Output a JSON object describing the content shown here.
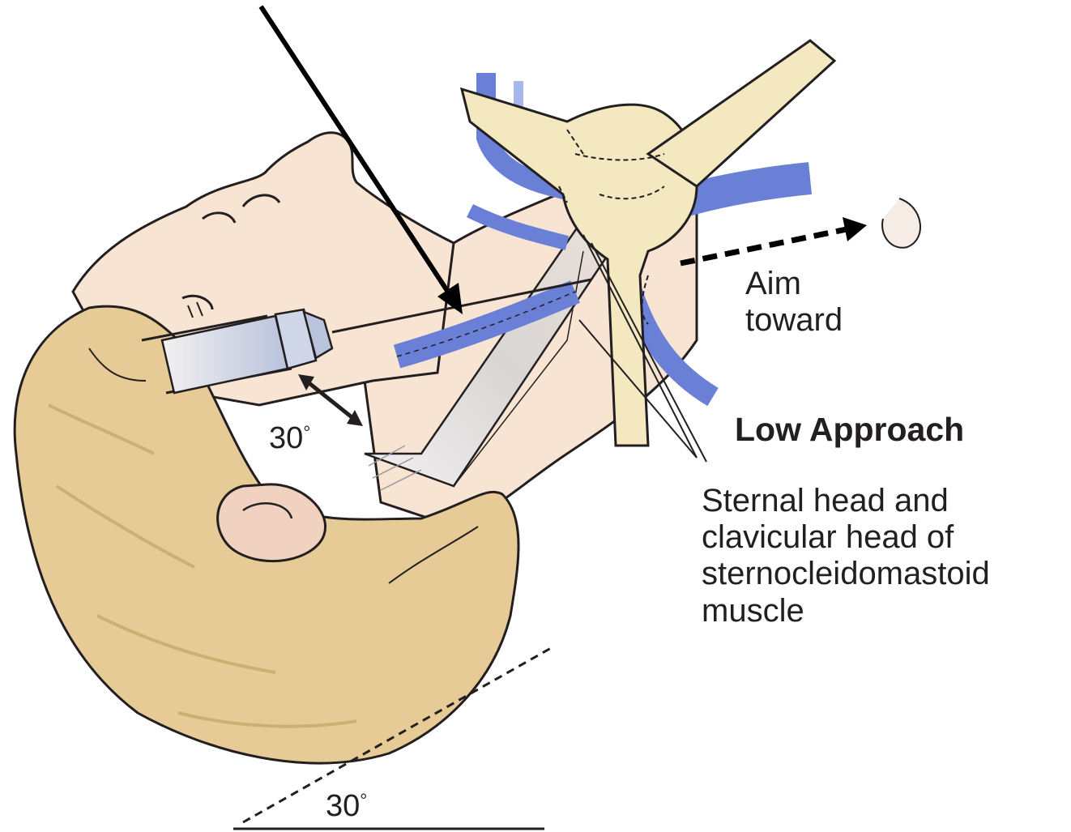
{
  "labels": {
    "aim_toward": [
      "Aim",
      "toward"
    ],
    "low_approach": "Low Approach",
    "muscle_caption": [
      "Sternal head and",
      "clavicular head of",
      "sternocleidomastoid",
      "muscle"
    ],
    "needle_angle": "30",
    "head_angle": "30",
    "degree_symbol": "°"
  },
  "colors": {
    "skin": "#f7e4d2",
    "skin_shadow": "#ecc9b4",
    "hair": "#e6cb96",
    "hair_dark": "#cfae73",
    "bone": "#f4e8c0",
    "vein": "#6a7fd6",
    "vein_light": "#a9b6ea",
    "muscle": "#dcd8d6",
    "outline": "#231f20",
    "pointer_arrow": "#000000",
    "syringe": "#cfd6e8"
  },
  "icons": {
    "pointer": "arrow-icon",
    "aim_direction": "dashed-arrow-icon",
    "angle_indicator": "double-arrow-icon"
  }
}
